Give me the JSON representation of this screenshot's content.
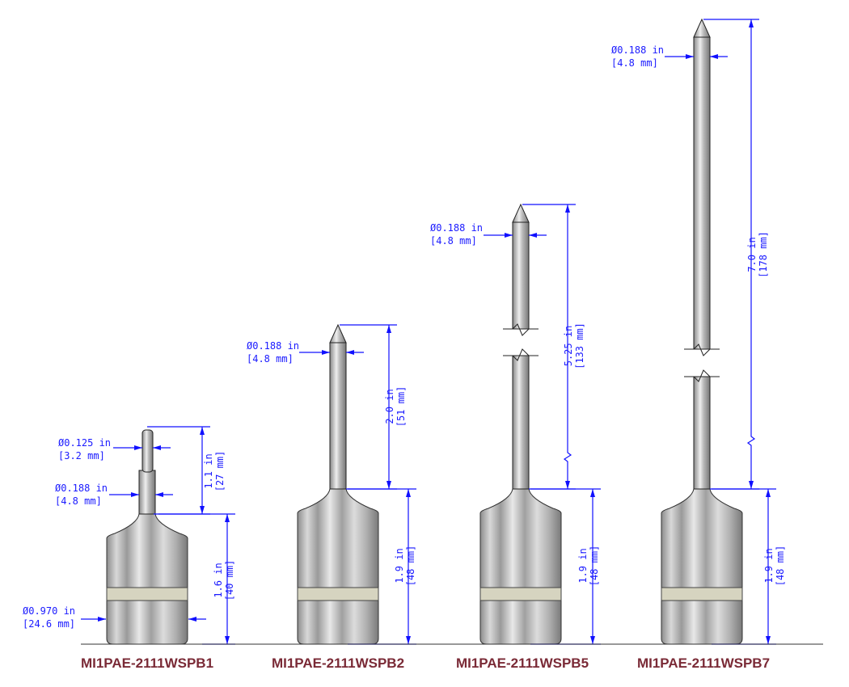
{
  "probes": [
    {
      "model": "MI1PAE-2111WSPB1",
      "tip_diameter": {
        "in": "Ø0.125 in",
        "mm": "[3.2 mm]"
      },
      "stem_diameter": {
        "in": "Ø0.188 in",
        "mm": "[4.8 mm]"
      },
      "body_diameter": {
        "in": "Ø0.970 in",
        "mm": "[24.6 mm]"
      },
      "stem_length": {
        "in": "1.1 in",
        "mm": "[27 mm]"
      },
      "body_length": {
        "in": "1.6 in",
        "mm": "[40 mm]"
      }
    },
    {
      "model": "MI1PAE-2111WSPB2",
      "stem_diameter": {
        "in": "Ø0.188 in",
        "mm": "[4.8 mm]"
      },
      "stem_length": {
        "in": "2.0 in",
        "mm": "[51 mm]"
      },
      "body_length": {
        "in": "1.9 in",
        "mm": "[48 mm]"
      }
    },
    {
      "model": "MI1PAE-2111WSPB5",
      "stem_diameter": {
        "in": "Ø0.188 in",
        "mm": "[4.8 mm]"
      },
      "stem_length": {
        "in": "5.25 in",
        "mm": "[133 mm]"
      },
      "body_length": {
        "in": "1.9 in",
        "mm": "[48 mm]"
      }
    },
    {
      "model": "MI1PAE-2111WSPB7",
      "stem_diameter": {
        "in": "Ø0.188 in",
        "mm": "[4.8 mm]"
      },
      "stem_length": {
        "in": "7.0 in",
        "mm": "[178 mm]"
      },
      "body_length": {
        "in": "1.9 in",
        "mm": "[48 mm]"
      }
    }
  ],
  "colors": {
    "dimension": "#1010ff",
    "model_label": "#7a2a36"
  }
}
